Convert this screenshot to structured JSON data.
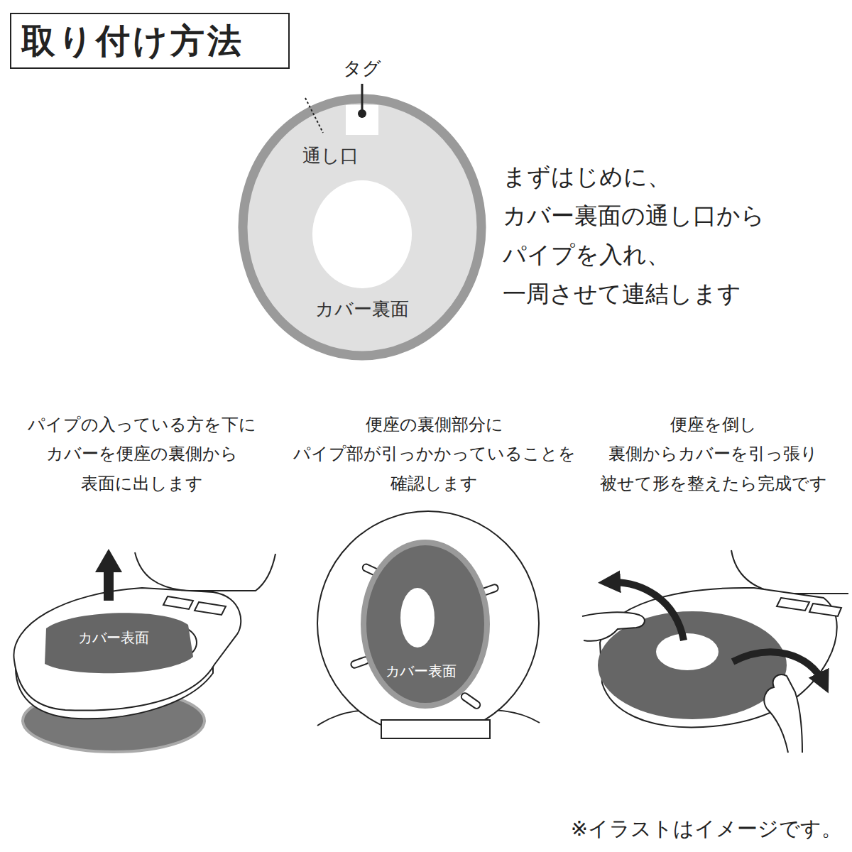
{
  "diagram": {
    "title": "取り付け方法",
    "caption": "※イラストはイメージです。",
    "nodes": [
      {
        "text": [
          "通し口",
          "カバー裏面"
        ]
      },
      {
        "text": [
          "カバー表面"
        ]
      },
      {
        "text": [
          "カバー表面"
        ]
      }
    ],
    "labels": [
      "タグ",
      "まずはじめに、 カバー裏面の通し口から パイプを入れ、 一周させて連結します",
      "パイプの入っている方を下に カバーを便座の裏側から 表面に出します",
      "便座の裏側部分に パイプ部が引っかかっていることを 確認します",
      "便座を倒し 裏側からカバーを引っ張り 被せて形を整えたら完成です"
    ]
  }
}
